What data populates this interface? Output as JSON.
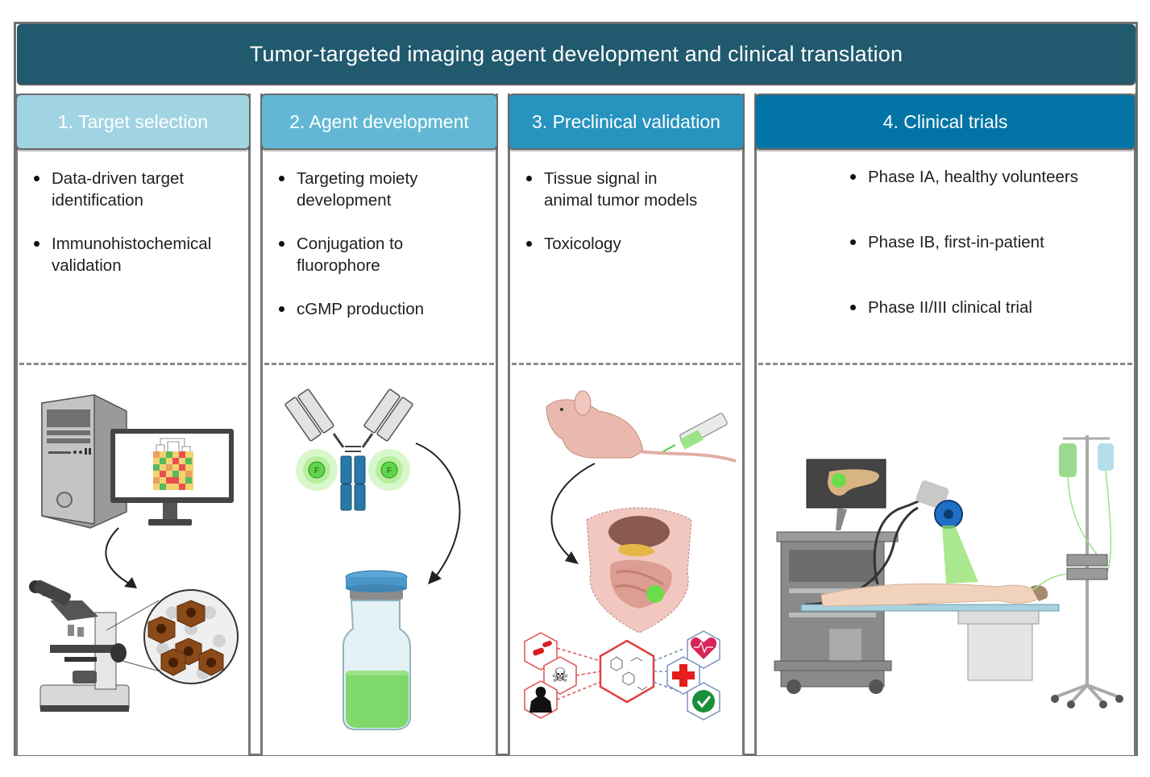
{
  "title": "Tumor-targeted imaging agent development and clinical translation",
  "colors": {
    "title_bar": "#21596e",
    "stage1": "#a1d4e3",
    "stage2": "#62b8d4",
    "stage3": "#2793bf",
    "stage4": "#0174a5",
    "frame": "#6f6f6f",
    "fluorescence_green": "#6bdc4a"
  },
  "stages": [
    {
      "label": "1.  Target selection",
      "bullets": [
        "Data-driven target identification",
        "Immunohistochemical validation"
      ],
      "illustration": [
        "computer-tower",
        "monitor-heatmap",
        "curved-arrow",
        "microscope",
        "ihc-tissue-magnifier"
      ]
    },
    {
      "label": "2. Agent development",
      "bullets": [
        "Targeting moiety development",
        "Conjugation to fluorophore",
        "cGMP production"
      ],
      "illustration": [
        "antibody",
        "fluorophore-F",
        "curved-arrow",
        "vial-green"
      ],
      "fluorophore_label": "F"
    },
    {
      "label": "3. Preclinical validation",
      "bullets": [
        "Tissue signal in animal tumor models",
        "Toxicology"
      ],
      "illustration": [
        "nude-mouse",
        "syringe",
        "curved-arrow",
        "abdominal-organs-tumor",
        "toxicology-hexagons"
      ]
    },
    {
      "label": "4. Clinical trials",
      "bullets": [
        "Phase IA, healthy volunteers",
        "Phase IB, first-in-patient",
        "Phase II/III clinical trial"
      ],
      "illustration": [
        "imaging-cart-monitor",
        "fluorescence-camera",
        "patient-on-table",
        "iv-pole-infusion-pumps"
      ]
    }
  ]
}
